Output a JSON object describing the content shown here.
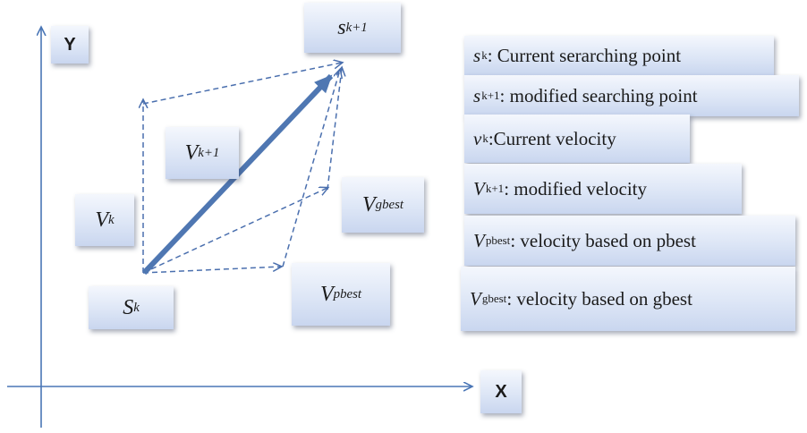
{
  "axes": {
    "y_label": "Y",
    "x_label": "X"
  },
  "labels": {
    "s_k": {
      "base": "S",
      "sup": "k"
    },
    "s_k1": {
      "base": "s",
      "sup": "k+1"
    },
    "v_k": {
      "base": "V",
      "sub": "k"
    },
    "v_k1": {
      "base": "V",
      "sub": "k+1"
    },
    "v_gbest": {
      "base": "V",
      "sub": "gbest"
    },
    "v_pbest": {
      "base": "V",
      "sub": "pbest"
    }
  },
  "legend": [
    {
      "sym": "s",
      "sup": "k",
      "text": ": Current serarching point"
    },
    {
      "sym": "s",
      "sup": "k+1",
      "text": ": modified searching point"
    },
    {
      "sym": "v",
      "sup": "k",
      "text": ":Current velocity"
    },
    {
      "sym": "V",
      "sup": "k+1",
      "text": ": modified velocity"
    },
    {
      "sym": "V",
      "sub": "pbest",
      "text": ": velocity based on pbest"
    },
    {
      "sym": "V",
      "sub": "gbest",
      "text": ": velocity based on gbest"
    }
  ],
  "colors": {
    "axis": "#4a76b6",
    "arrow_main": "#4f77b2",
    "arrow_dashed": "#4a6fae",
    "box_shadow": "#5a6078"
  }
}
